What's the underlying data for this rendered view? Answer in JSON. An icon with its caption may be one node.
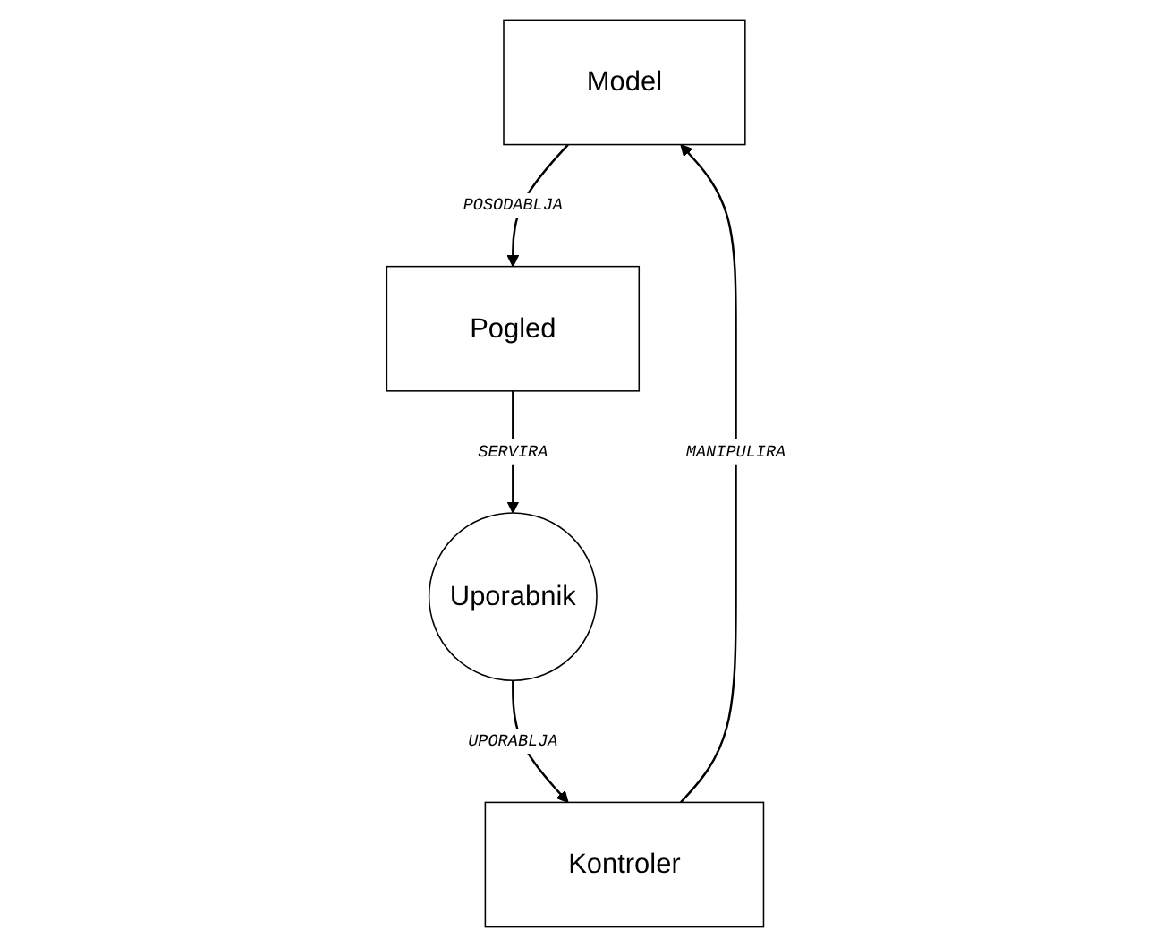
{
  "diagram": {
    "nodes": [
      {
        "text": [
          "Model"
        ]
      },
      {
        "text": [
          "Pogled"
        ]
      },
      {
        "text": [
          "Kontroler"
        ]
      },
      {
        "text": [
          "Uporabnik"
        ]
      }
    ],
    "edges": [
      {
        "from": 0,
        "to": 1,
        "label": "POSODABLJA",
        "arrow": "to"
      },
      {
        "from": 1,
        "to": 3,
        "label": "SERVIRA",
        "arrow": "to"
      },
      {
        "from": 3,
        "to": 2,
        "label": "UPORABLJA",
        "arrow": "to"
      },
      {
        "from": 2,
        "to": 0,
        "label": "MANIPULIRA",
        "arrow": "to"
      }
    ]
  }
}
